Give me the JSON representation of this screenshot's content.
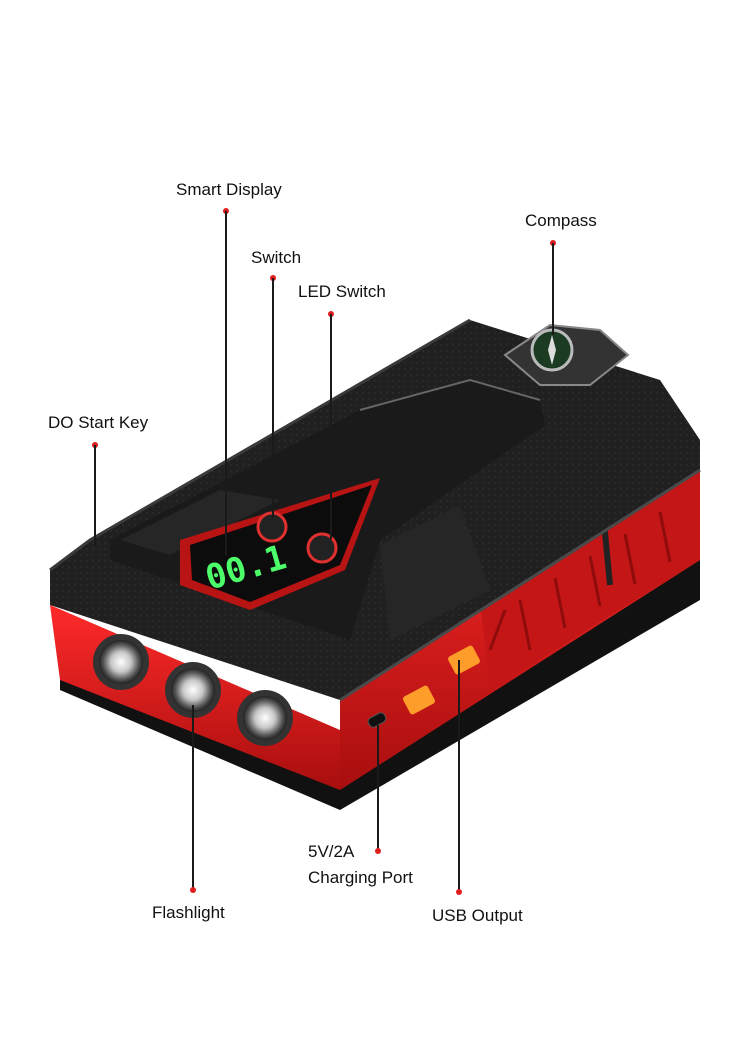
{
  "callouts": {
    "smart_display": "Smart Display",
    "switch": "Switch",
    "led_switch": "LED Switch",
    "compass": "Compass",
    "do_start_key": "DO Start Key",
    "charging_port_line1": "5V/2A",
    "charging_port_line2": "Charging Port",
    "flashlight": "Flashlight",
    "usb_output": "USB Output"
  },
  "display_reading": "00.1",
  "colors": {
    "body": "#1c1c1c",
    "accent_red": "#d81a1a",
    "display_green": "#4cff6a",
    "callout_dot": "#e01c1c"
  }
}
